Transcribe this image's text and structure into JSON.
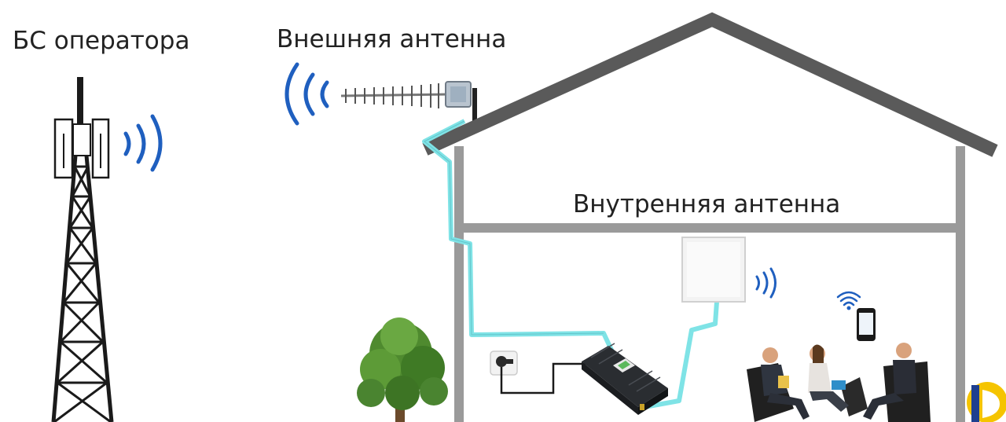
{
  "labels": {
    "base_station": "БС оператора",
    "outdoor_antenna": "Внешняя антенна",
    "indoor_antenna": "Внутренняя антенна"
  },
  "colors": {
    "cable": "#7fe3e6",
    "signal_waves": "#1f5fbf",
    "house_roof": "#5a5a5a",
    "house_wall": "#9a9a9a",
    "tower": "#1a1a1a",
    "logo_yellow": "#f5c400",
    "logo_blue": "#1e3f8f"
  },
  "icons": [
    "cell-tower-icon",
    "yagi-antenna-icon",
    "panel-antenna-icon",
    "repeater-icon",
    "power-socket-icon",
    "smartphone-icon",
    "tree-icon",
    "people-icon",
    "brand-logo-icon"
  ]
}
